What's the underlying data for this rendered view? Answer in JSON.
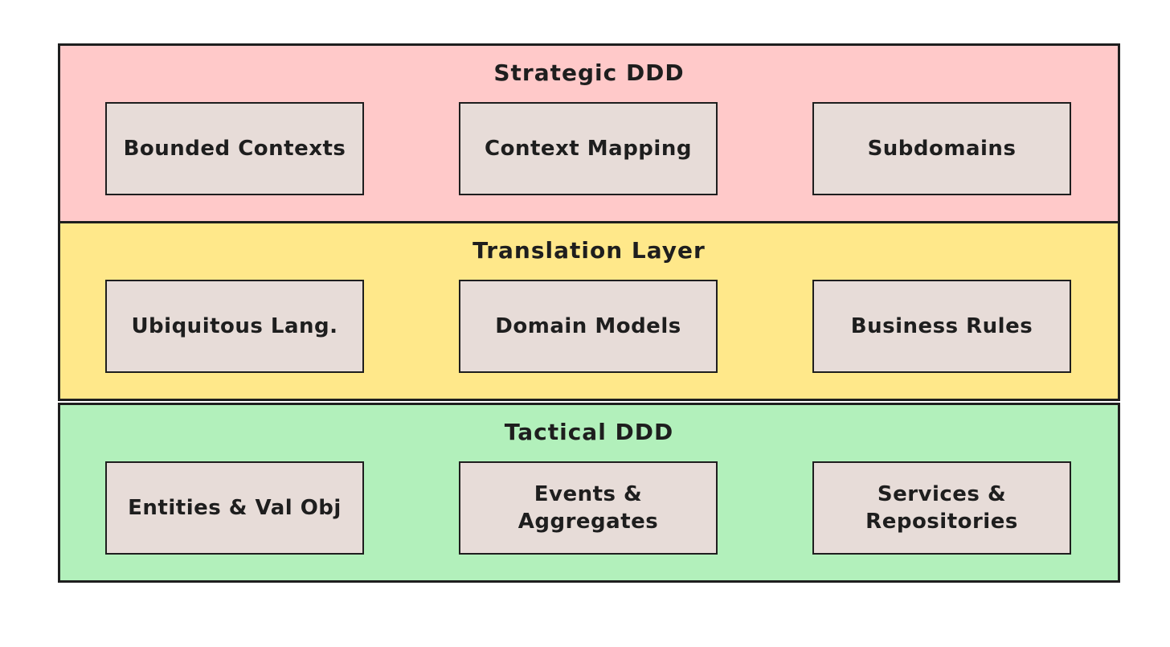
{
  "diagram": {
    "border_color": "#1e1e1e",
    "box_fill": "#e7dcd8",
    "text_color": "#1e1e1e",
    "layers": [
      {
        "id": "strategic",
        "title": "Strategic DDD",
        "fill": "#ffc9c9",
        "boxes": [
          {
            "label": "Bounded Contexts"
          },
          {
            "label": "Context Mapping"
          },
          {
            "label": "Subdomains"
          }
        ]
      },
      {
        "id": "translation",
        "title": "Translation Layer",
        "fill": "#ffe88a",
        "boxes": [
          {
            "label": "Ubiquitous Lang."
          },
          {
            "label": "Domain Models"
          },
          {
            "label": "Business Rules"
          }
        ]
      },
      {
        "id": "tactical",
        "title": "Tactical DDD",
        "fill": "#b2f0bb",
        "boxes": [
          {
            "label": "Entities & Val Obj"
          },
          {
            "label": "Events & Aggregates"
          },
          {
            "label": "Services & Repositories"
          }
        ]
      }
    ]
  }
}
